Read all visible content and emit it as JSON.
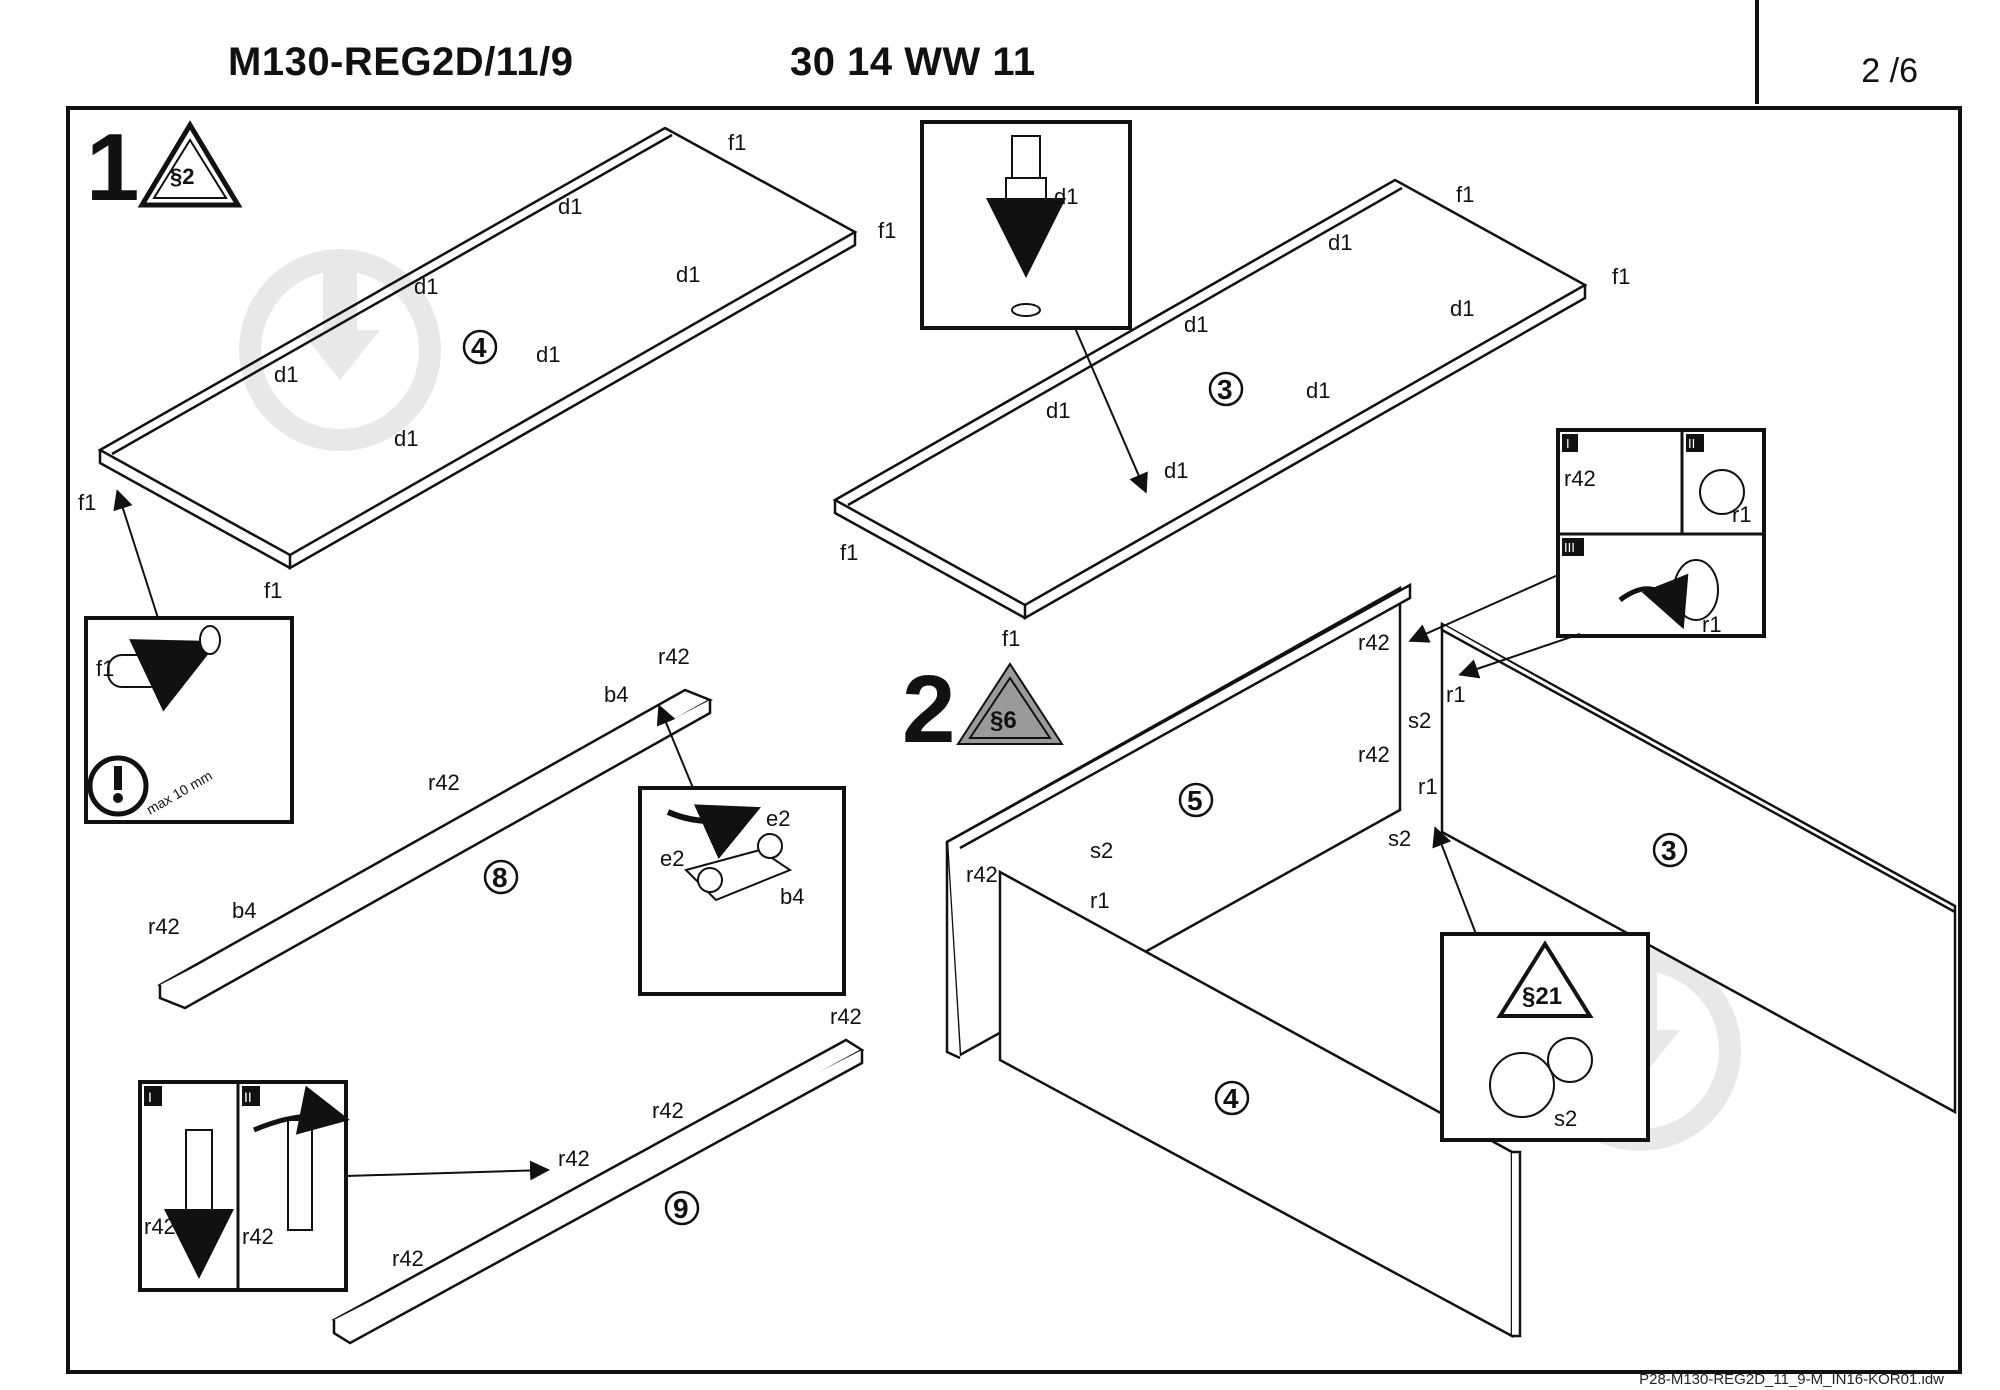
{
  "header": {
    "model_code": "M130-REG2D/11/9",
    "article_code": "30 14 WW 11",
    "page": "2 /6"
  },
  "footer": {
    "file_name": "P28-M130-REG2D_11_9-M_IN16-KOR01.idw"
  },
  "steps": [
    {
      "number": "1",
      "badge": "§2"
    },
    {
      "number": "2",
      "badge": "§6"
    }
  ],
  "parts": {
    "p3": "3",
    "p4": "4",
    "p5": "5",
    "p8": "8",
    "p9": "9"
  },
  "fittings": {
    "d1": "d1",
    "f1": "f1",
    "r42": "r42",
    "r1": "r1",
    "s2": "s2",
    "b4": "b4",
    "e2": "e2"
  },
  "callouts": {
    "step_labels": [
      "I",
      "II",
      "III"
    ],
    "warning_badge": "§21",
    "max_note": "max 10 mm"
  },
  "colors": {
    "line": "#111111",
    "badge_gray": "#9a9a9a",
    "watermark": "#e6e6e6"
  }
}
